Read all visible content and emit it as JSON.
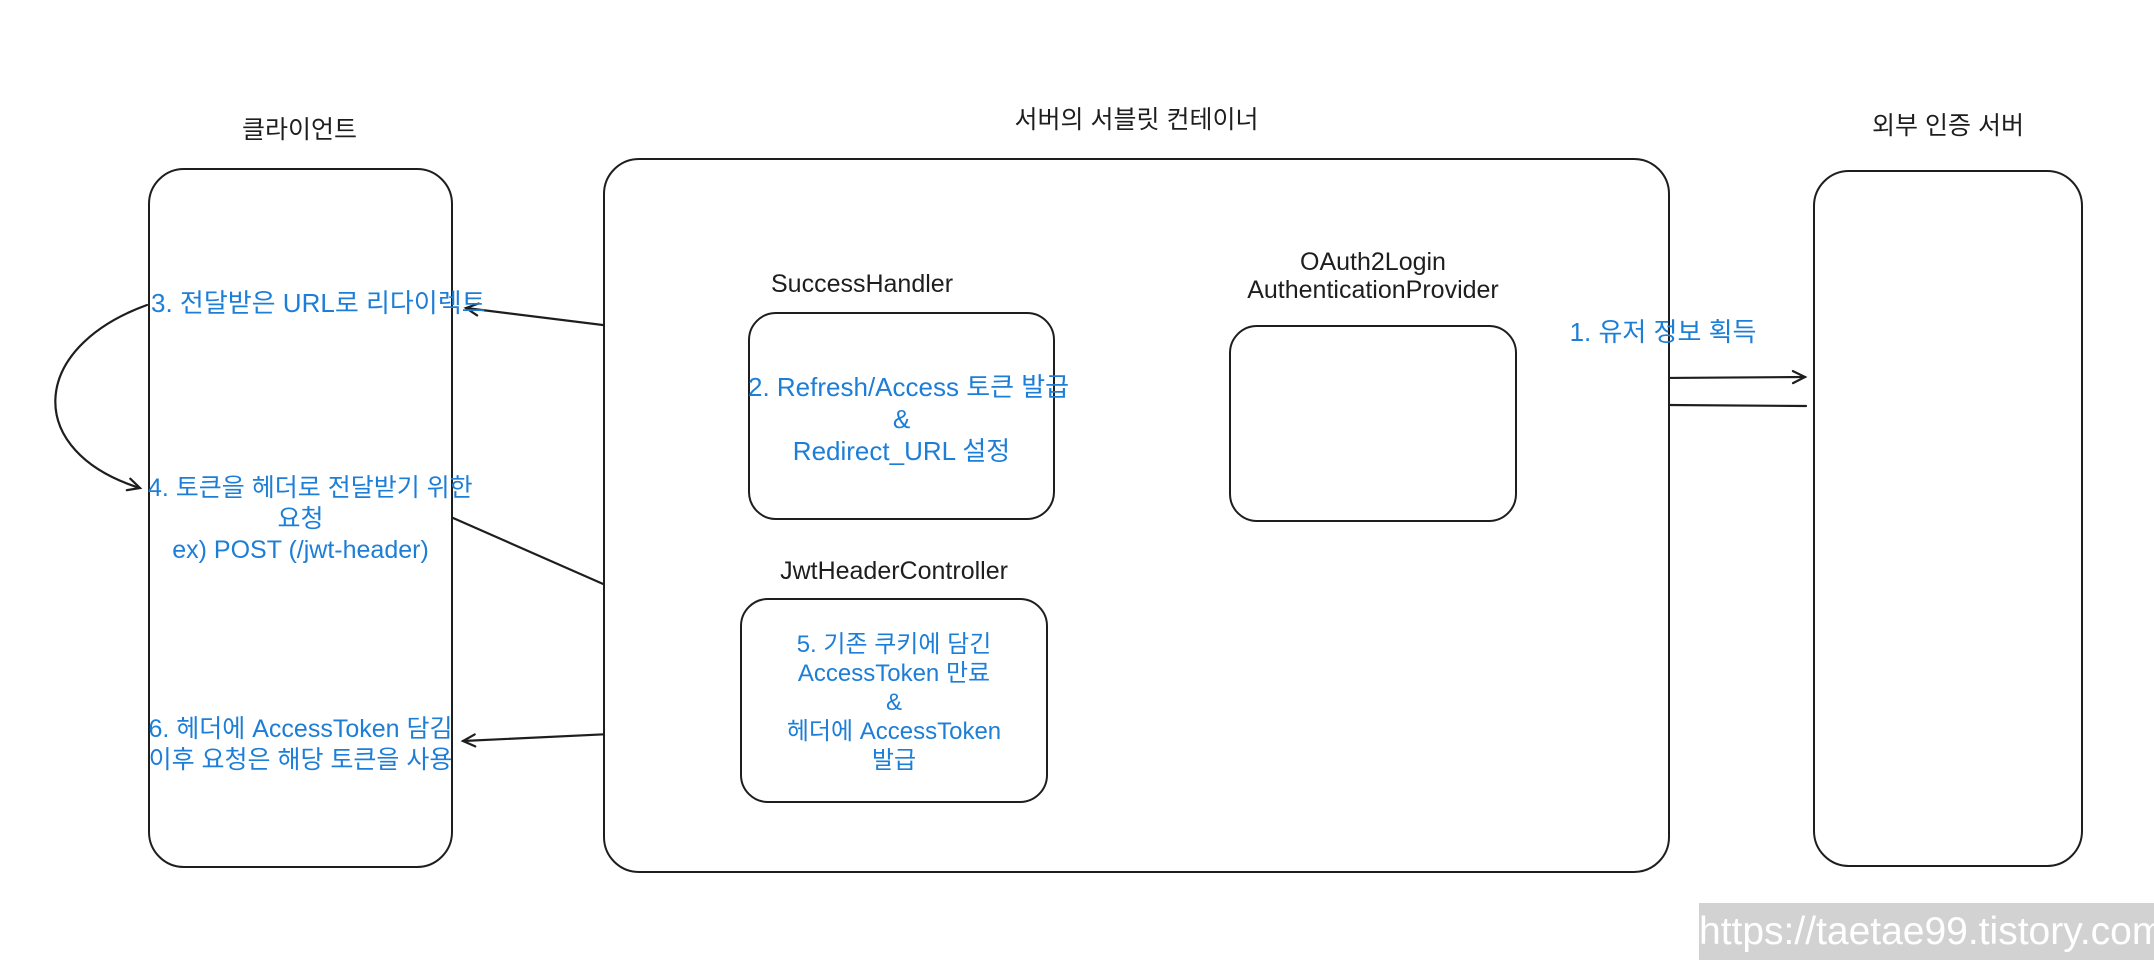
{
  "diagram": {
    "colors": {
      "accent_blue": "#1c7ed6",
      "stroke": "#1e1e1e",
      "watermark_bg": "#d2d2d2",
      "watermark_text": "#ffffff"
    },
    "client": {
      "title": "클라이언트",
      "step3": "3. 전달받은 URL로 리다이렉트",
      "step4": [
        "4. 토큰을 헤더로 전달받기 위한",
        "요청",
        "ex) POST (/jwt-header)"
      ],
      "step6": [
        "6. 헤더에 AccessToken 담김",
        "이후 요청은 해당 토큰을 사용"
      ]
    },
    "servlet_container": {
      "title": "서버의 서블릿 컨테이너",
      "success_handler": {
        "label": "SuccessHandler",
        "lines": [
          "2. Refresh/Access 토큰 발급",
          "&",
          "Redirect_URL 설정"
        ]
      },
      "oauth2_provider": {
        "label": [
          "OAuth2Login",
          "AuthenticationProvider"
        ]
      },
      "jwt_header_controller": {
        "label": "JwtHeaderController",
        "lines": [
          "5. 기존 쿠키에 담긴",
          "AccessToken 만료",
          "&",
          "헤더에 AccessToken",
          "발급"
        ]
      }
    },
    "external_server": {
      "title": "외부 인증 서버"
    },
    "step1_label": "1. 유저 정보 획득",
    "watermark": "https://taetae99.tistory.com"
  }
}
